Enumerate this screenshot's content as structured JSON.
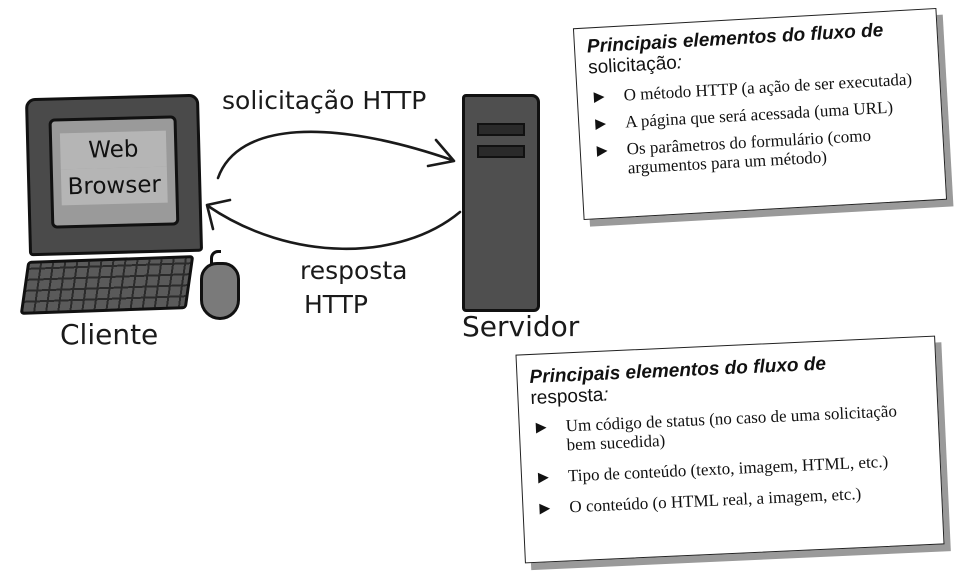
{
  "client": {
    "screen_line1": "Web",
    "screen_line2": "Browser",
    "label": "Cliente"
  },
  "server": {
    "label": "Servidor"
  },
  "arrows": {
    "request_label": "solicitação HTTP",
    "response_line1": "resposta",
    "response_line2": "HTTP"
  },
  "request_box": {
    "title": "Principais elementos do fluxo de",
    "subtitle": "solicitação",
    "subtitle_suffix": ":",
    "items": [
      {
        "icon": "triangle-bullet-icon",
        "text": "O método HTTP (a ação de ser executada)"
      },
      {
        "icon": "triangle-bullet-icon",
        "text": "A página que será acessada (uma URL)"
      },
      {
        "icon": "triangle-bullet-icon",
        "text": "Os parâmetros do formulário (como argumentos para um método)"
      }
    ]
  },
  "response_box": {
    "title": "Principais elementos do fluxo de",
    "subtitle": "resposta",
    "subtitle_suffix": ":",
    "items": [
      {
        "icon": "triangle-bullet-icon",
        "text": "Um código de status (no caso de uma solicitação bem sucedida)"
      },
      {
        "icon": "triangle-bullet-icon",
        "text": "Tipo de conteúdo (texto, imagem, HTML, etc.)"
      },
      {
        "icon": "triangle-bullet-icon",
        "text": "O conteúdo (o HTML real, a imagem, etc.)"
      }
    ]
  },
  "colors": {
    "ink": "#1a1a1a",
    "shadow": "#9a9a9a",
    "device": "#4a4a4a"
  }
}
